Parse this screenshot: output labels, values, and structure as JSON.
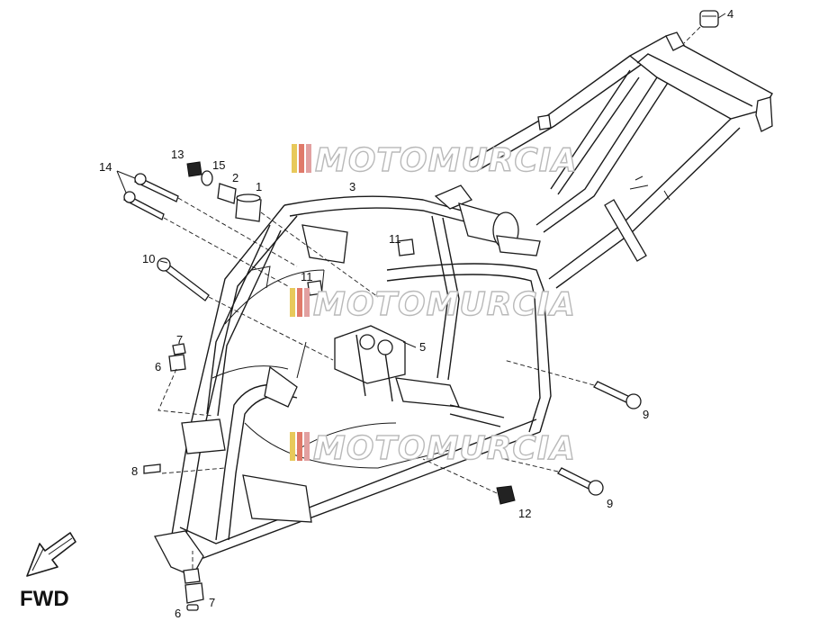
{
  "diagram": {
    "direction_label": "FWD",
    "watermark_text": "MOTOMURCIA",
    "callouts": [
      {
        "id": "c4",
        "label": "4"
      },
      {
        "id": "c13",
        "label": "13"
      },
      {
        "id": "c15",
        "label": "15"
      },
      {
        "id": "c2",
        "label": "2"
      },
      {
        "id": "c1",
        "label": "1"
      },
      {
        "id": "c14",
        "label": "14"
      },
      {
        "id": "c3",
        "label": "3"
      },
      {
        "id": "c11a",
        "label": "11"
      },
      {
        "id": "c10",
        "label": "10"
      },
      {
        "id": "c11b",
        "label": "11"
      },
      {
        "id": "c7a",
        "label": "7"
      },
      {
        "id": "c6a",
        "label": "6"
      },
      {
        "id": "c5",
        "label": "5"
      },
      {
        "id": "c9a",
        "label": "9"
      },
      {
        "id": "c8",
        "label": "8"
      },
      {
        "id": "c9b",
        "label": "9"
      },
      {
        "id": "c12",
        "label": "12"
      },
      {
        "id": "c7b",
        "label": "7"
      },
      {
        "id": "c6b",
        "label": "6"
      }
    ],
    "colors": {
      "line": "#1a1a1a",
      "watermark_outline": "#b9b9b9",
      "watermark_stripes": [
        "#e8c95a",
        "#e07a6a",
        "#e2a0a0"
      ]
    }
  }
}
